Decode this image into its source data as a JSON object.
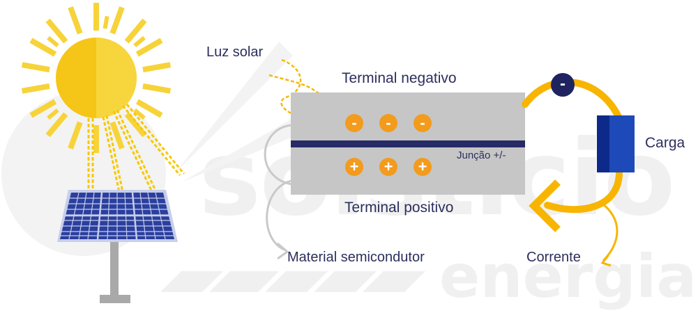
{
  "labels": {
    "sunlight": "Luz solar",
    "negative_terminal": "Terminal negativo",
    "positive_terminal": "Terminal positivo",
    "junction": "Junção +/-",
    "load": "Carga",
    "current": "Corrente",
    "semiconductor": "Material semicondutor"
  },
  "charges": {
    "negative": [
      "-",
      "-",
      "-"
    ],
    "positive": [
      "+",
      "+",
      "+"
    ],
    "circuit_electron": "-"
  },
  "watermark": {
    "line1": "solsticio",
    "line2": "energia"
  },
  "colors": {
    "sun": "#f5c518",
    "ray": "#f7d33a",
    "panel_cell": "#2b3f9e",
    "panel_grid": "#c7ceea",
    "semiconductor": "#c6c6c6",
    "junction": "#262a66",
    "charge": "#f29b1d",
    "current_arrow": "#f7b500",
    "load_dark": "#0d2a8a",
    "load_light": "#1e49b8",
    "text": "#2b2f5c",
    "watermark": "#f0f0f0",
    "gray_arrow": "#c9c9c9"
  }
}
